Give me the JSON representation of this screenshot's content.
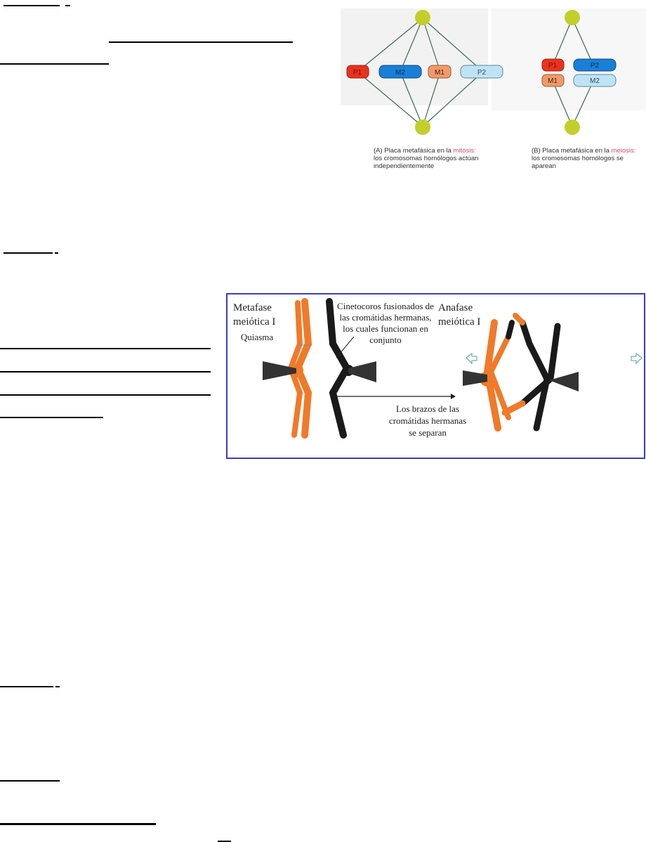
{
  "figure_plates": {
    "panel_a": {
      "chromosomes": [
        "P1",
        "M2",
        "M1",
        "P2"
      ],
      "caption_prefix": "(A) Placa metafásica en la ",
      "caption_highlight": "mitosis:",
      "caption_line2": "los cromosomas homólogos actúan",
      "caption_line3": "independientemente"
    },
    "panel_b": {
      "chromosomes": [
        "P1",
        "P2",
        "M1",
        "M2"
      ],
      "caption_prefix": "(B) Placa metafásica en la ",
      "caption_highlight": "meiosis:",
      "caption_line2": "los cromosomas homólogos se",
      "caption_line3": "aparean"
    },
    "colors": {
      "pole": "#c2cf2a",
      "spindle": "#3d6b4f",
      "paternal_1": "#e8321e",
      "maternal_2": "#1a7fd6",
      "maternal_1": "#ef9a6a",
      "paternal_2": "#bfe3f5"
    }
  },
  "figure_meiosis": {
    "label_metafase": [
      "Metafase",
      "meiótica I"
    ],
    "label_quiasma": "Quiasma",
    "label_cinetocoros": [
      "Cinetocoros fusionados de",
      "las cromátidas hermanas,",
      "los cuales funcionan en",
      "conjunto"
    ],
    "label_anafase": [
      "Anafase",
      "meiótica I"
    ],
    "label_brazos": [
      "Los brazos de las",
      "cromátidas hermanas",
      "se separan"
    ],
    "colors": {
      "border": "#3a3ad6",
      "orange": "#ef7a2a",
      "black": "#1a1a1a",
      "arrow": "#4aa597"
    }
  }
}
